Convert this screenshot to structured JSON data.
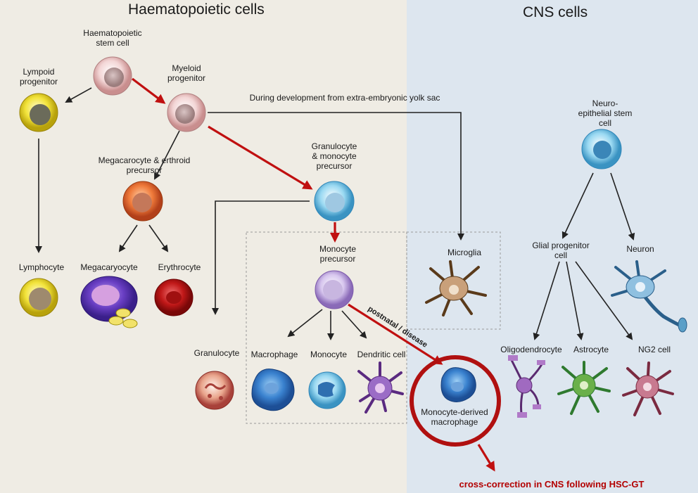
{
  "sections": {
    "left_title": "Haematopoietic cells",
    "right_title": "CNS cells"
  },
  "labels": {
    "hsc": [
      "Haematopoietic",
      "stem cell"
    ],
    "lymphoid": [
      "Lympoid",
      "progenitor"
    ],
    "myeloid": [
      "Myeloid",
      "progenitor"
    ],
    "mep": [
      "Megacarocyte & erthroid",
      "precursor"
    ],
    "gmp": [
      "Granulocyte",
      "& monocyte",
      "precursor"
    ],
    "monocyte_precursor": [
      "Monocyte",
      "precursor"
    ],
    "lymphocyte": "Lymphocyte",
    "megakaryocyte": "Megacaryocyte",
    "erythrocyte": "Erythrocyte",
    "granulocyte": "Granulocyte",
    "macrophage": "Macrophage",
    "monocyte": "Monocyte",
    "dendritic": "Dendritic cell",
    "microglia": "Microglia",
    "mdm": [
      "Monocyte-derived",
      "macrophage"
    ],
    "neuroepithelial": [
      "Neuro-",
      "epithelial stem",
      "cell"
    ],
    "glial": [
      "Glial progenitor",
      "cell"
    ],
    "neuron": "Neuron",
    "oligodendrocyte": "Oligodendrocyte",
    "astrocyte": "Astrocyte",
    "ng2": "NG2 cell"
  },
  "annotations": {
    "yolk_sac": "During development from extra-embryonic yolk sac",
    "postnatal": "postnatal / disease",
    "cross_correction": "cross-correction in CNS following HSC-GT"
  },
  "colors": {
    "left_bg": "#efece4",
    "right_bg": "#dde6ef",
    "accent_red": "#c01010"
  }
}
